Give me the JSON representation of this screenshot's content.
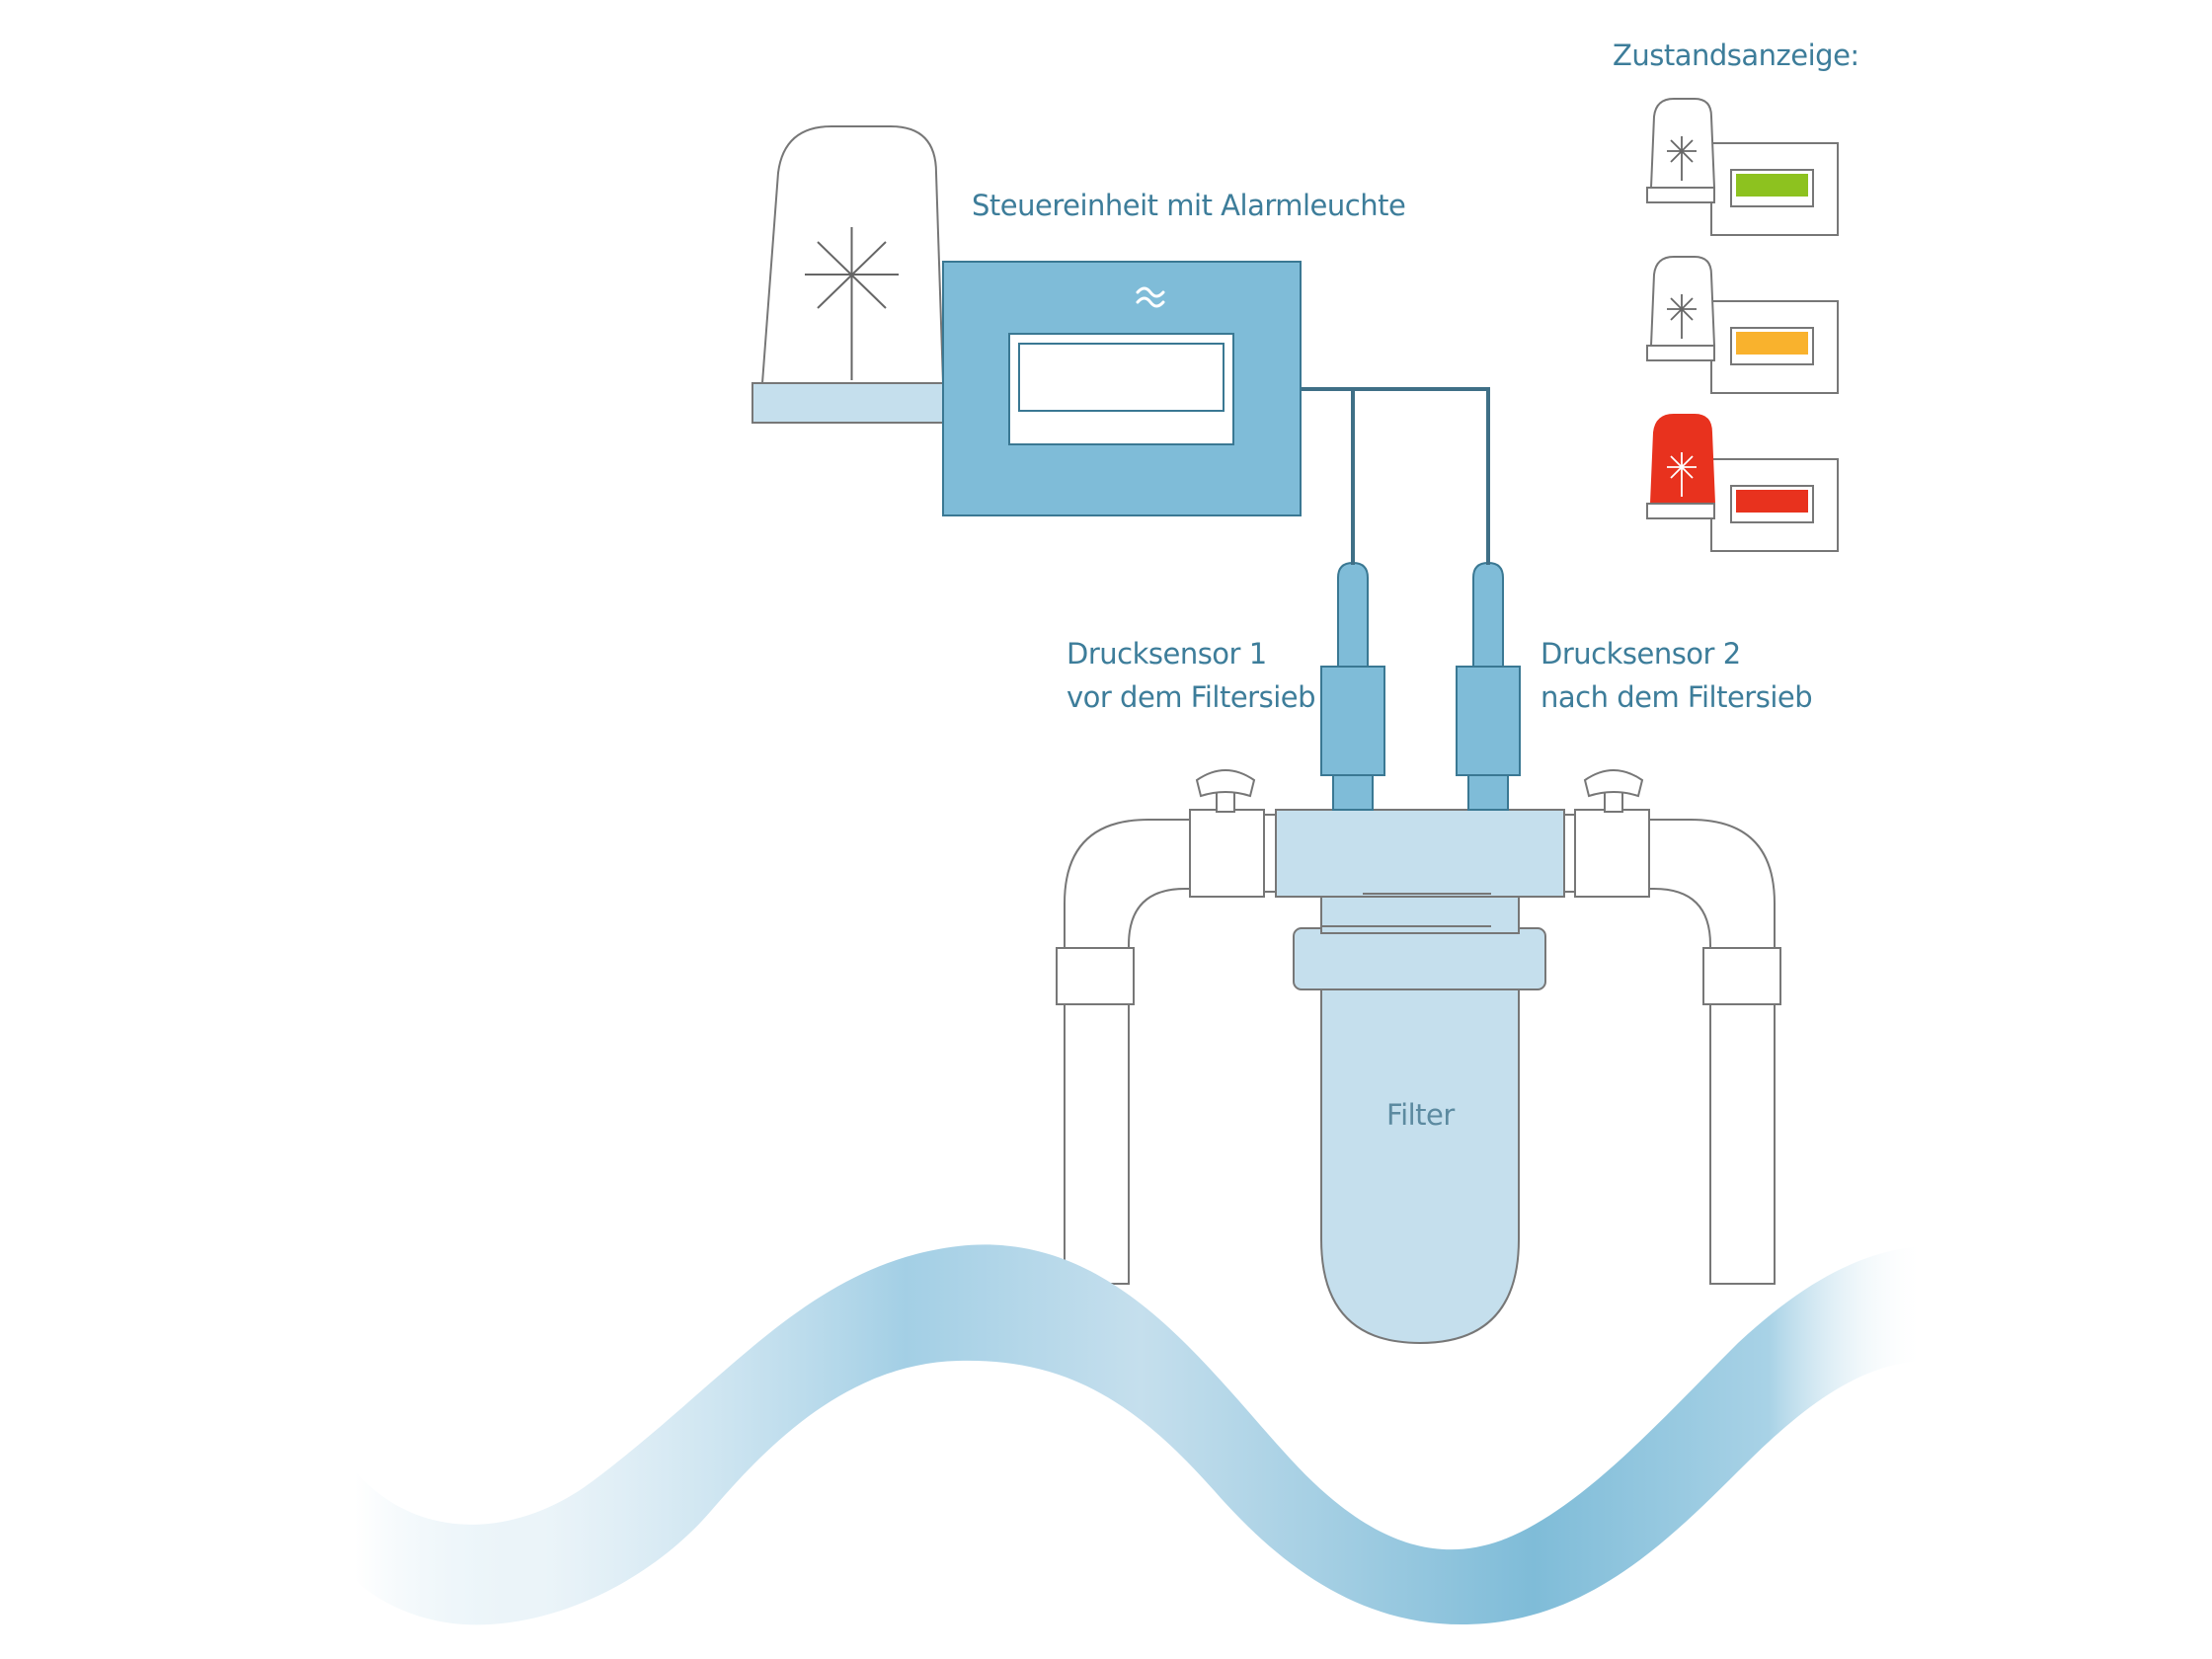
{
  "labels": {
    "control_unit": "Steuereinheit mit Alarmleuchte",
    "status_heading": "Zustandsanzeige:",
    "sensor1_line1": "Drucksensor 1",
    "sensor1_line2": "vor dem Filtersieb",
    "sensor2_line1": "Drucksensor 2",
    "sensor2_line2": "nach dem Filtersieb",
    "filter": "Filter"
  },
  "status_indicators": [
    {
      "state": "ok",
      "lamp_color": "#ffffff",
      "display_color": "#8dc21f"
    },
    {
      "state": "warning",
      "lamp_color": "#ffffff",
      "display_color": "#f9b22d"
    },
    {
      "state": "alarm",
      "lamp_color": "#e8321e",
      "display_color": "#e8321e"
    }
  ],
  "colors": {
    "text": "#3d7d9a",
    "unit_fill": "#7fbcd8",
    "unit_stroke": "#3a7893",
    "light_fill": "#c5dfed",
    "line": "#3f6f86",
    "outline": "#777777",
    "water": "#7fbcd8"
  }
}
